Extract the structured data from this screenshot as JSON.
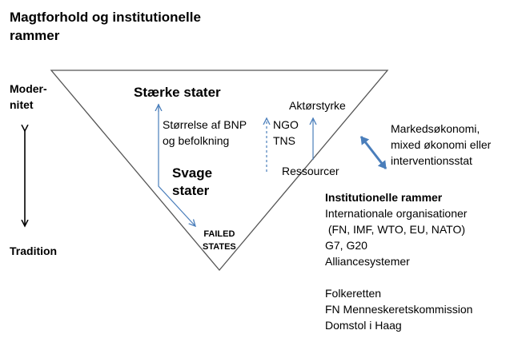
{
  "title": {
    "line1": "Magtforhold og institutionelle",
    "line2": "rammer"
  },
  "axis": {
    "top_line1": "Moder-",
    "top_line2": "nitet",
    "bottom": "Tradition"
  },
  "triangle": {
    "strong_states": "Stærke stater",
    "size_line1": "Størrelse af BNP",
    "size_line2": "og befolkning",
    "weak_line1": "Svage",
    "weak_line2": "stater",
    "failed_line1": "FAILED",
    "failed_line2": "STATES",
    "ngo": "NGO",
    "tns": "TNS",
    "actor_strength": "Aktørstyrke",
    "resources": "Ressourcer"
  },
  "economy": {
    "line1": "Markedsøkonomi,",
    "line2": "mixed økonomi eller",
    "line3": "interventionsstat"
  },
  "institutions": {
    "heading": "Institutionelle rammer",
    "items": [
      "Internationale organisationer",
      " (FN, IMF, WTO, EU, NATO)",
      "G7, G20",
      "Alliancesystemer"
    ],
    "law": [
      "Folkeretten",
      "FN Menneskeretskommission",
      "Domstol i Haag"
    ]
  },
  "colors": {
    "arrow_blue": "#4a7ebb",
    "line": "#555555",
    "text": "#000000"
  }
}
